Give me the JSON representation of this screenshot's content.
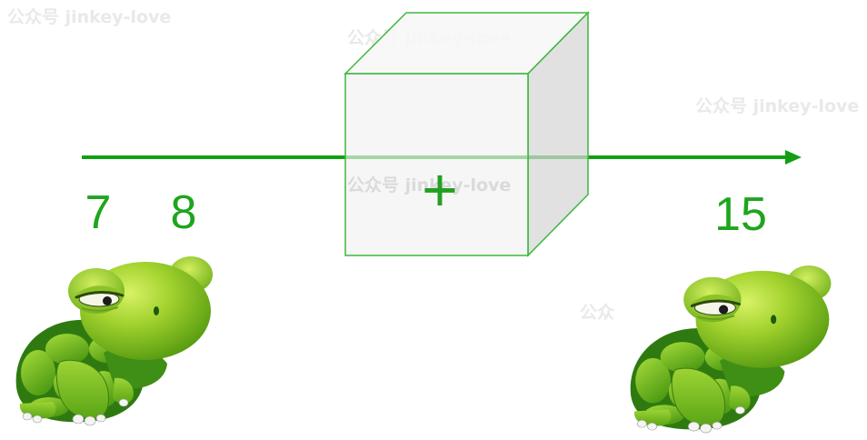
{
  "numbers": {
    "left_first": "7",
    "left_second": "8",
    "right": "15"
  },
  "box": {
    "label": "+"
  },
  "watermarks": [
    "公众号 jinkey-love",
    "公众号 jinkey-love",
    "公众号 jinkey-love",
    "公众号 jinkey-love",
    "公众"
  ],
  "colors": {
    "accent": "#12a012",
    "box_edge": "#3cb83c",
    "number_text": "#1ea51e",
    "watermark": "#e9e9e9"
  },
  "icons": {
    "left_figure": "turtle-icon",
    "right_figure": "turtle-icon"
  }
}
